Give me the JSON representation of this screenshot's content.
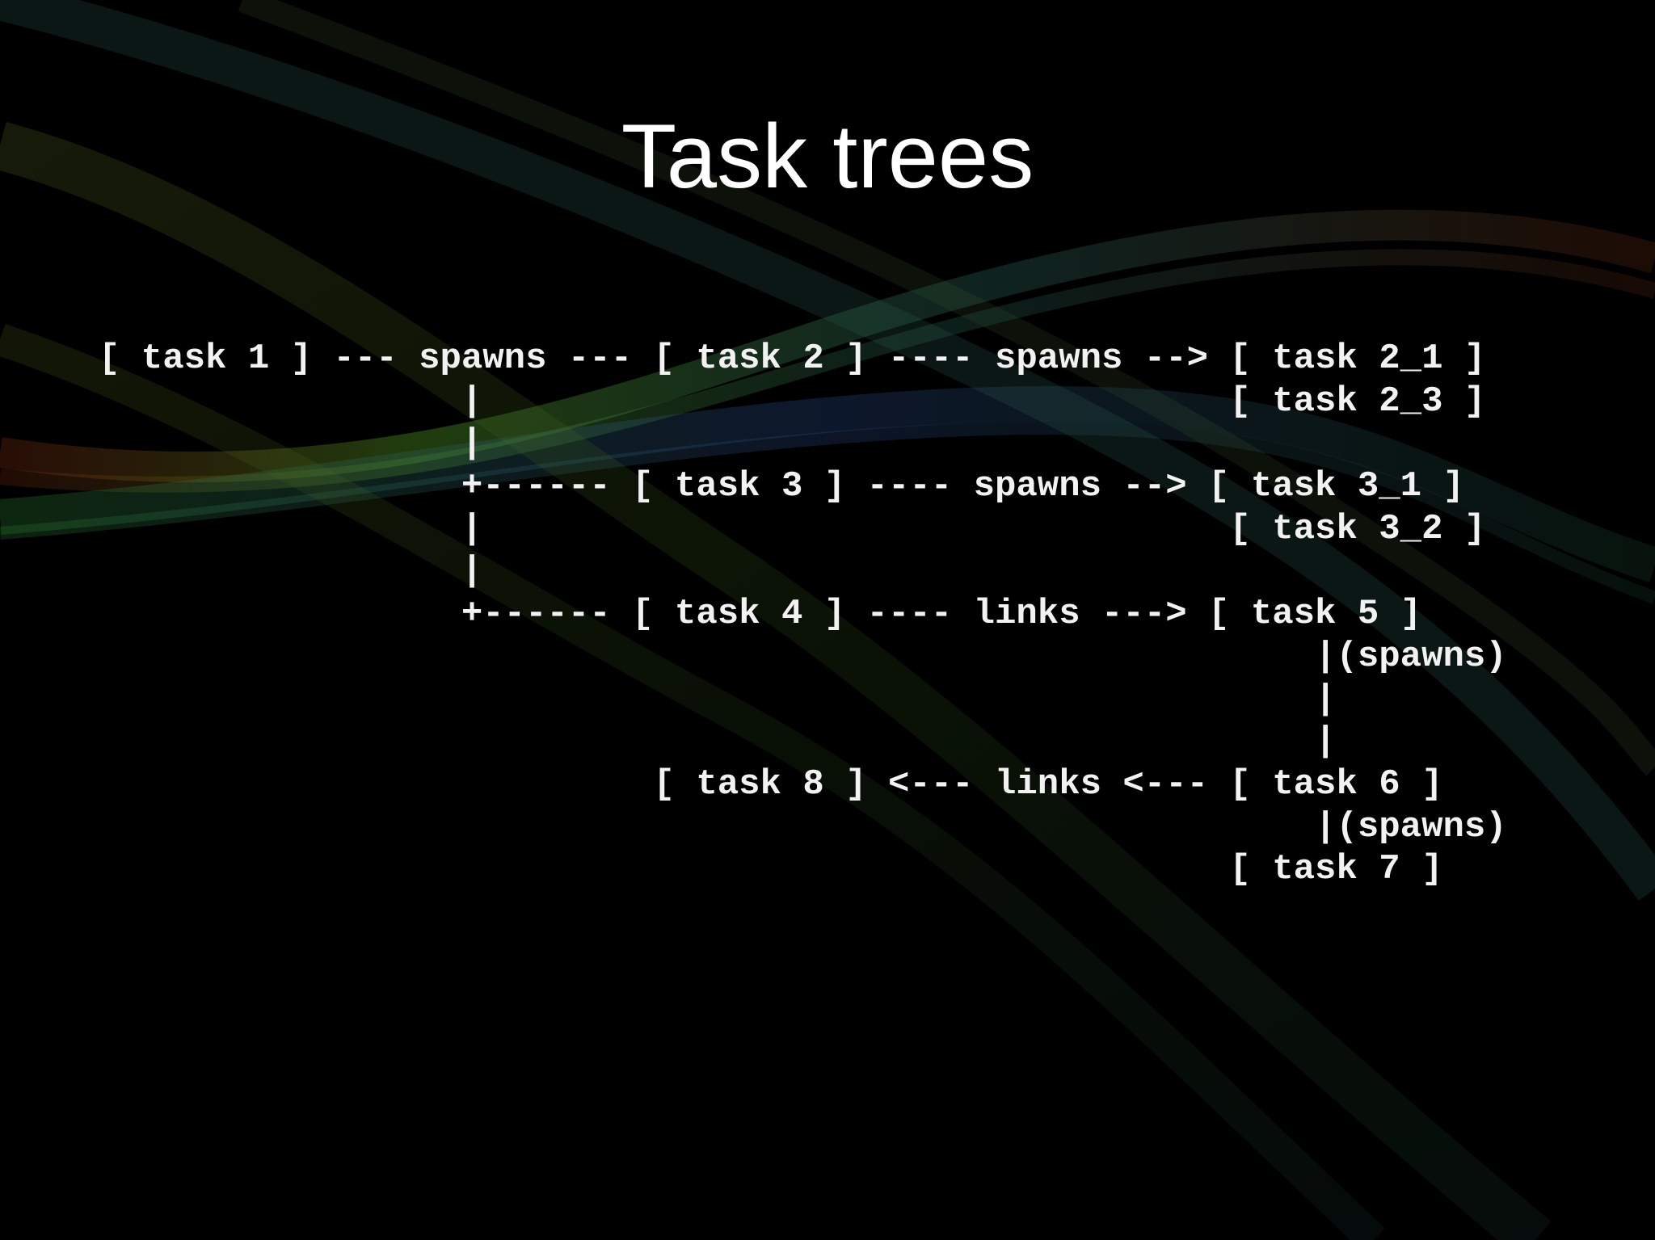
{
  "slide": {
    "title": "Task trees",
    "background_color": "#000000",
    "text_color": "#f2f2f2"
  },
  "diagram": {
    "lines": [
      "[ task 1 ] --- spawns --- [ task 2 ] ---- spawns --> [ task 2_1 ]",
      "                 |                                   [ task 2_3 ]",
      "                 |",
      "                 +------ [ task 3 ] ---- spawns --> [ task 3_1 ]",
      "                 |                                   [ task 3_2 ]",
      "                 |",
      "                 +------ [ task 4 ] ---- links ---> [ task 5 ]",
      "                                                         |(spawns)",
      "                                                         |",
      "                                                         |",
      "                          [ task 8 ] <--- links <--- [ task 6 ]",
      "                                                         |(spawns)",
      "                                                     [ task 7 ]"
    ]
  }
}
